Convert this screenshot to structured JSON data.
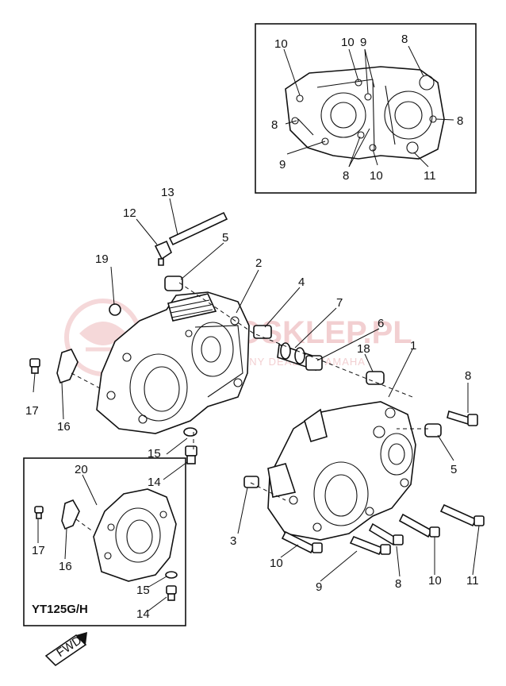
{
  "watermark": {
    "main": "MOTOSKLEP.PL",
    "sub": "AUTORYZOWANY DEALER YAMAHA"
  },
  "inset_bottom": {
    "model": "YT125G/H"
  },
  "callouts": {
    "c1": "1",
    "c2": "2",
    "c3": "3",
    "c4": "4",
    "c5a": "5",
    "c5b": "5",
    "c6": "6",
    "c7": "7",
    "c8a": "8",
    "c8b": "8",
    "c8c": "8",
    "c8d": "8",
    "c8e": "8",
    "c9a": "9",
    "c9b": "9",
    "c9c": "9",
    "c10a": "10",
    "c10b": "10",
    "c10c": "10",
    "c10d": "10",
    "c10e": "10",
    "c11a": "11",
    "c11b": "11",
    "c12": "12",
    "c13": "13",
    "c14a": "14",
    "c14b": "14",
    "c15a": "15",
    "c15b": "15",
    "c16a": "16",
    "c16b": "16",
    "c17a": "17",
    "c17b": "17",
    "c18": "18",
    "c19": "19",
    "c20": "20"
  },
  "fwd_label": "FWD"
}
